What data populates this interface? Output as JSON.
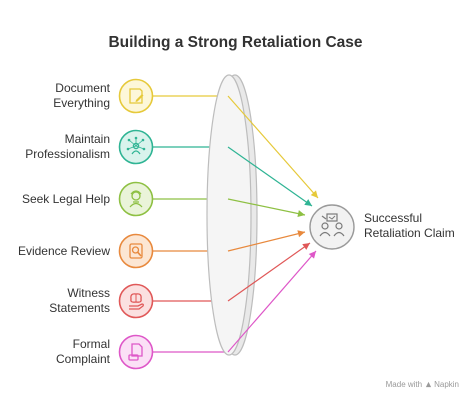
{
  "title": "Building a Strong Retaliation Case",
  "factors": [
    {
      "label_lines": [
        "Document",
        "Everything"
      ],
      "icon": "document-pencil-icon",
      "color": "#e6c93a",
      "fill": "#fdf7d9"
    },
    {
      "label_lines": [
        "Maintain",
        "Professionalism"
      ],
      "icon": "network-person-icon",
      "color": "#2fb494",
      "fill": "#d9f3ec"
    },
    {
      "label_lines": [
        "Seek Legal Help"
      ],
      "icon": "lawyer-icon",
      "color": "#8ec043",
      "fill": "#eaf4d9"
    },
    {
      "label_lines": [
        "Evidence Review"
      ],
      "icon": "magnifier-person-icon",
      "color": "#e8893d",
      "fill": "#fce6d3"
    },
    {
      "label_lines": [
        "Witness",
        "Statements"
      ],
      "icon": "brain-hand-icon",
      "color": "#e05858",
      "fill": "#fbe0e0"
    },
    {
      "label_lines": [
        "Formal",
        "Complaint"
      ],
      "icon": "complaint-document-icon",
      "color": "#de57c8",
      "fill": "#fbe0f6"
    }
  ],
  "outcome": {
    "label_lines": [
      "Successful",
      "Retaliation Claim"
    ],
    "icon": "team-meeting-icon",
    "color": "#9a9a9a",
    "fill": "#f2f2f2"
  },
  "credit": {
    "prefix": "Made with",
    "brand": "Napkin"
  }
}
